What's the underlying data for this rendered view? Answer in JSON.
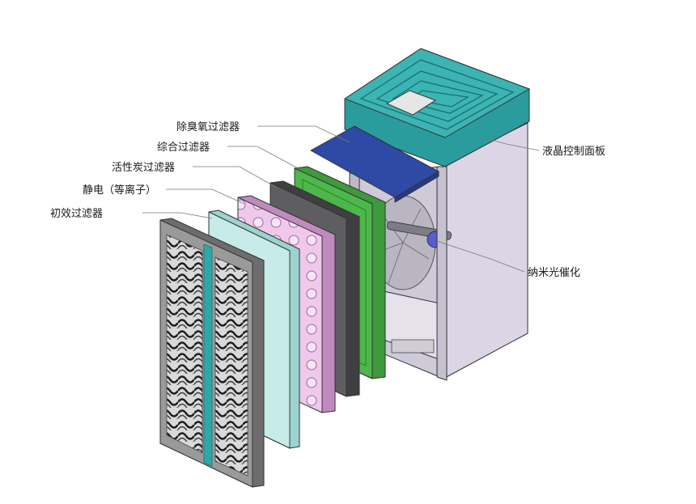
{
  "labels": {
    "ozone_filter": "除臭氧过滤器",
    "composite_filter": "综合过滤器",
    "activated_carbon_filter": "活性炭过滤器",
    "electrostatic": "静电（等离子）",
    "primary_filter": "初效过滤器",
    "lcd_panel": "液晶控制面板",
    "nano_photocatalysis": "纳米光催化"
  },
  "colors": {
    "teal_top": "#2fa7a8",
    "housing": "#d9d3e3",
    "ozone_filter": "#2f4aa3",
    "composite_filter": "#4cb84a",
    "carbon_filter": "#5e5e60",
    "electrostatic": "#d9a7d6",
    "primary_glass": "#c6ebe8",
    "primary_grille": "#8a8a8a"
  }
}
